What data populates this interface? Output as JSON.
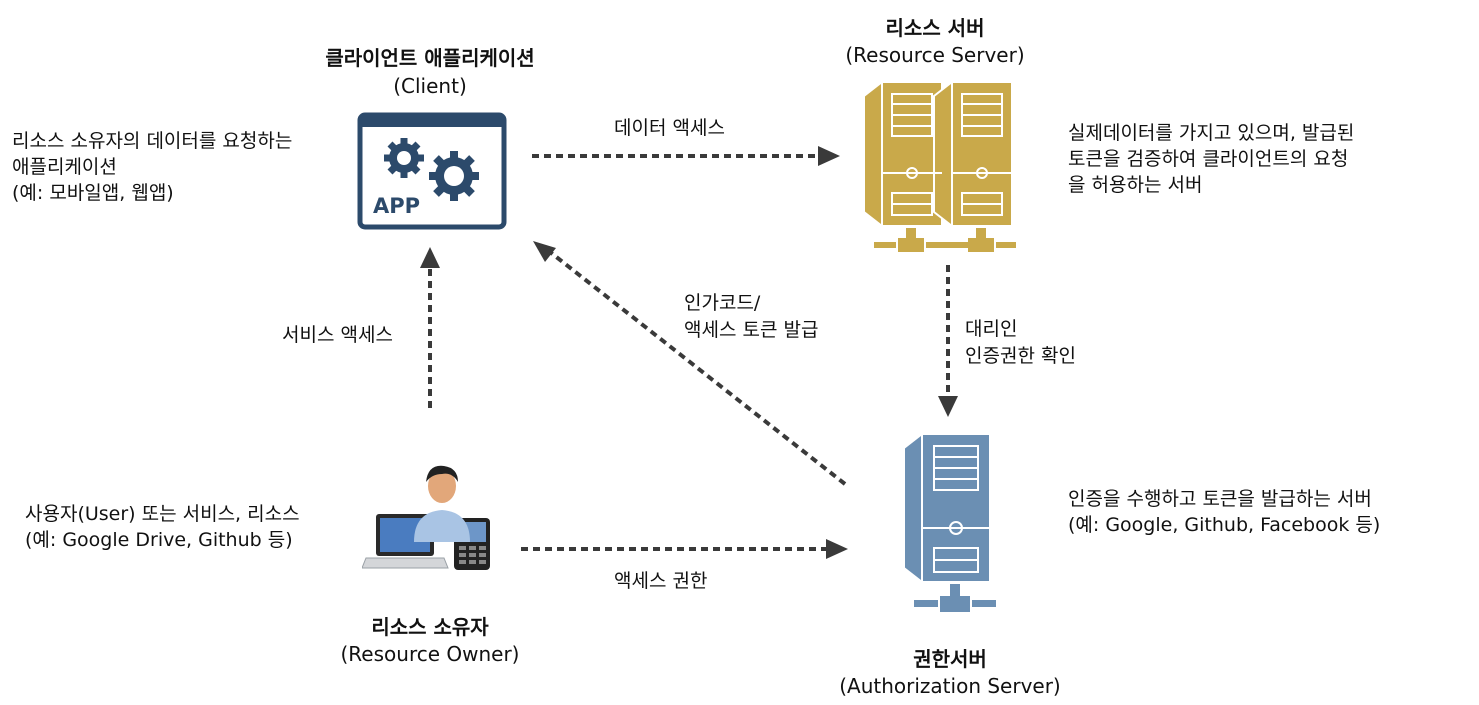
{
  "nodes": {
    "client": {
      "title": "클라이언트 애플리케이션",
      "subtitle": "(Client)",
      "icon_text": "APP",
      "description": [
        "리소스 소유자의 데이터를 요청하는",
        "애플리케이션",
        "(예: 모바일앱, 웹앱)"
      ],
      "color": "#2c4a6b"
    },
    "resource_server": {
      "title": "리소스 서버",
      "subtitle": "(Resource Server)",
      "description": [
        "실제데이터를 가지고 있으며, 발급된",
        "토큰을 검증하여 클라이언트의 요청",
        "을 허용하는 서버"
      ],
      "color": "#c9a94a"
    },
    "authorization_server": {
      "title": "권한서버",
      "subtitle": "(Authorization Server)",
      "description": [
        "인증을 수행하고 토큰을 발급하는 서버",
        "(예: Google, Github, Facebook 등)"
      ],
      "color": "#6b8fb3"
    },
    "resource_owner": {
      "title": "리소스 소유자",
      "subtitle": "(Resource Owner)",
      "description": [
        "사용자(User) 또는 서비스, 리소스",
        "(예: Google Drive, Github 등)"
      ]
    }
  },
  "edges": {
    "data_access": "데이터 액세스",
    "service_access": "서비스 액세스",
    "auth_code": [
      "인가코드/",
      "액세스 토큰 발급"
    ],
    "delegate_auth": [
      "대리인",
      "인증권한 확인"
    ],
    "access_grant": "액세스 권한"
  },
  "colors": {
    "arrow": "#3a3a3a"
  }
}
